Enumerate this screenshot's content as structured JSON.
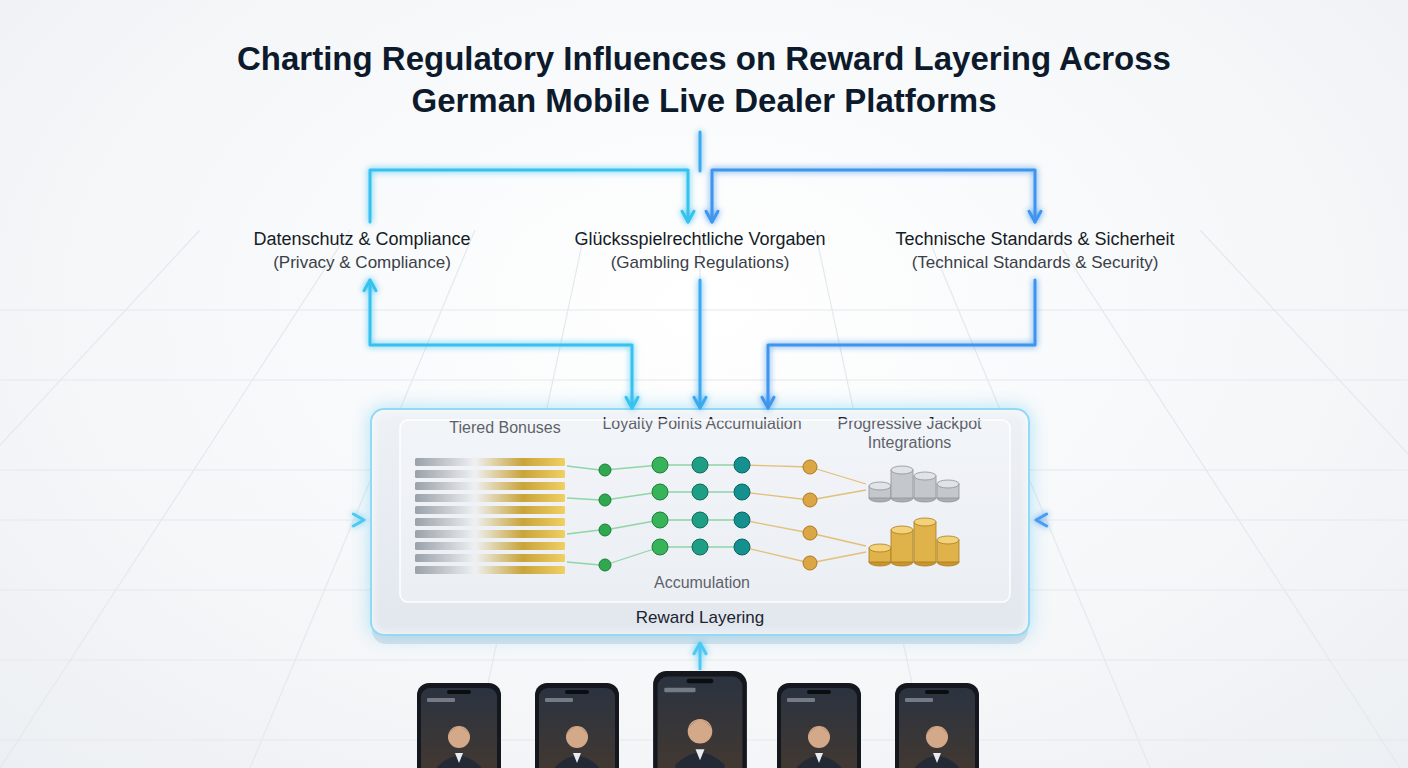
{
  "diagram": {
    "title": "Charting Regulatory Influences on Reward Layering Across German Mobile Live Dealer Platforms",
    "nodes": [
      {
        "text": [
          "Datenschutz & Compliance",
          "(Privacy & Compliance)"
        ]
      },
      {
        "text": [
          "Glücksspielrechtliche Vorgaben",
          "(Gambling Regulations)"
        ]
      },
      {
        "text": [
          "Technische Standards & Sicherheit",
          "(Technical Standards & Security)"
        ]
      },
      {
        "text": [
          "Reward Layering"
        ]
      },
      {
        "text": [
          "Tiered Bonuses"
        ],
        "in": 3
      },
      {
        "text": [
          "Loyalty Points Accumulation",
          "Accumulation"
        ],
        "in": 3
      },
      {
        "text": [
          "Progressive Jackpot Integrations"
        ],
        "in": 3
      }
    ],
    "edges": [
      {
        "from": 0,
        "to": 1,
        "arrow": "to"
      },
      {
        "from": 2,
        "to": 1,
        "arrow": "both"
      },
      {
        "from": 0,
        "to": 3,
        "arrow": "both"
      },
      {
        "from": 1,
        "to": 3,
        "arrow": "to"
      },
      {
        "from": 2,
        "to": 3,
        "arrow": "to"
      }
    ]
  }
}
